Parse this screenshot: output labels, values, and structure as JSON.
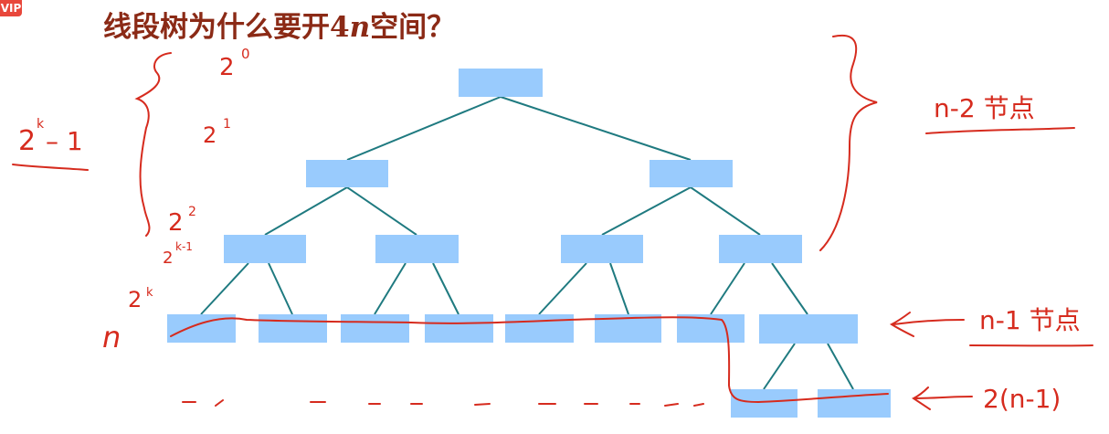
{
  "badge": "VIP",
  "title": {
    "prefix": "线段树为什么要开4",
    "var": "n",
    "suffix": "空间？"
  },
  "annotations": {
    "level0": "2",
    "level0_exp": "0",
    "level1": "2",
    "level1_exp": "1",
    "level2": "2",
    "level2_exp": "2",
    "levelk1": "2",
    "levelk1_exp": "k-1",
    "levelk": "2",
    "levelk_exp": "k",
    "sum": "2",
    "sum_exp": "k",
    "sum_tail": "– 1",
    "n_leaves": "n",
    "upper_nodes": "n-2 节点",
    "leaf_nodes": "n-1 节点",
    "extra_nodes": "2(n-1)"
  },
  "colors": {
    "node": "#99cbfd",
    "edge": "#1f7a80",
    "ink": "#d62b1e",
    "title": "#8b2a16"
  }
}
